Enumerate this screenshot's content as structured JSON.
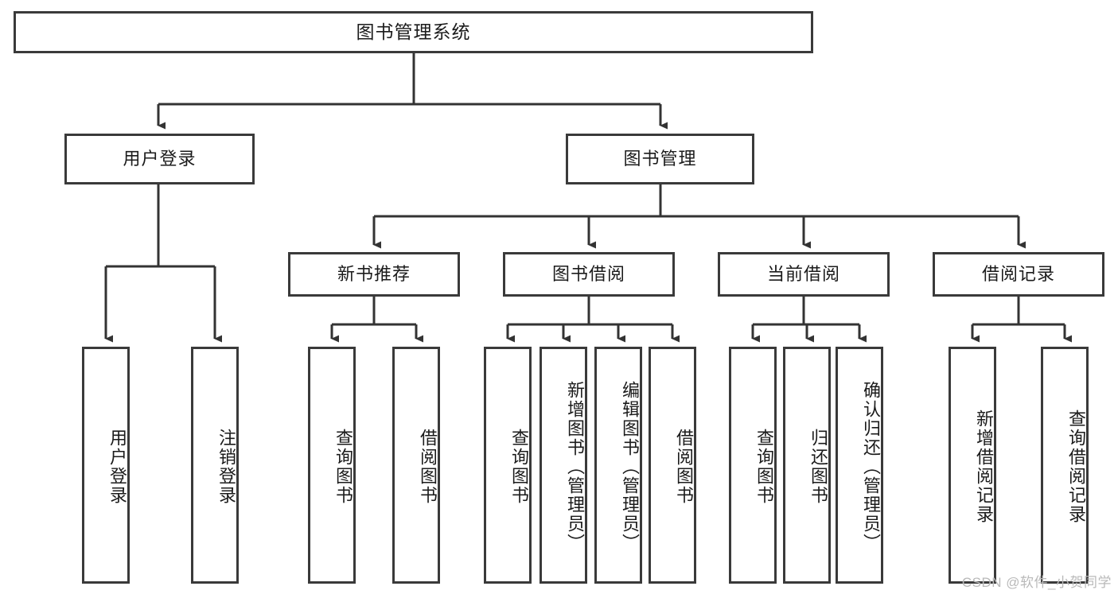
{
  "diagram": {
    "title": "图书管理系统",
    "type": "tree-hierarchy",
    "colors": {
      "background": "#ffffff",
      "node_border": "#3a3a3a",
      "node_fill": "#ffffff",
      "connector": "#333333",
      "text": "#1b1b1b",
      "watermark": "#b9b9b9"
    },
    "root": {
      "label": "图书管理系统"
    },
    "level2": [
      {
        "label": "用户登录"
      },
      {
        "label": "图书管理"
      }
    ],
    "level3": [
      {
        "label": "新书推荐"
      },
      {
        "label": "图书借阅"
      },
      {
        "label": "当前借阅"
      },
      {
        "label": "借阅记录"
      }
    ],
    "leaves": {
      "user_login": [
        {
          "label": "用户登录"
        },
        {
          "label": "注销登录"
        }
      ],
      "new_book_recommend": [
        {
          "label": "查询图书"
        },
        {
          "label": "借阅图书"
        }
      ],
      "book_borrow": [
        {
          "label": "查询图书"
        },
        {
          "label": "新增图书（管理员）"
        },
        {
          "label": "编辑图书（管理员）"
        },
        {
          "label": "借阅图书"
        }
      ],
      "current_borrow": [
        {
          "label": "查询图书"
        },
        {
          "label": "归还图书"
        },
        {
          "label": "确认归还（管理员）"
        }
      ],
      "borrow_record": [
        {
          "label": "新增借阅记录"
        },
        {
          "label": "查询借阅记录"
        }
      ]
    }
  },
  "watermark": {
    "text": "CSDN @软件_小贺同学"
  }
}
